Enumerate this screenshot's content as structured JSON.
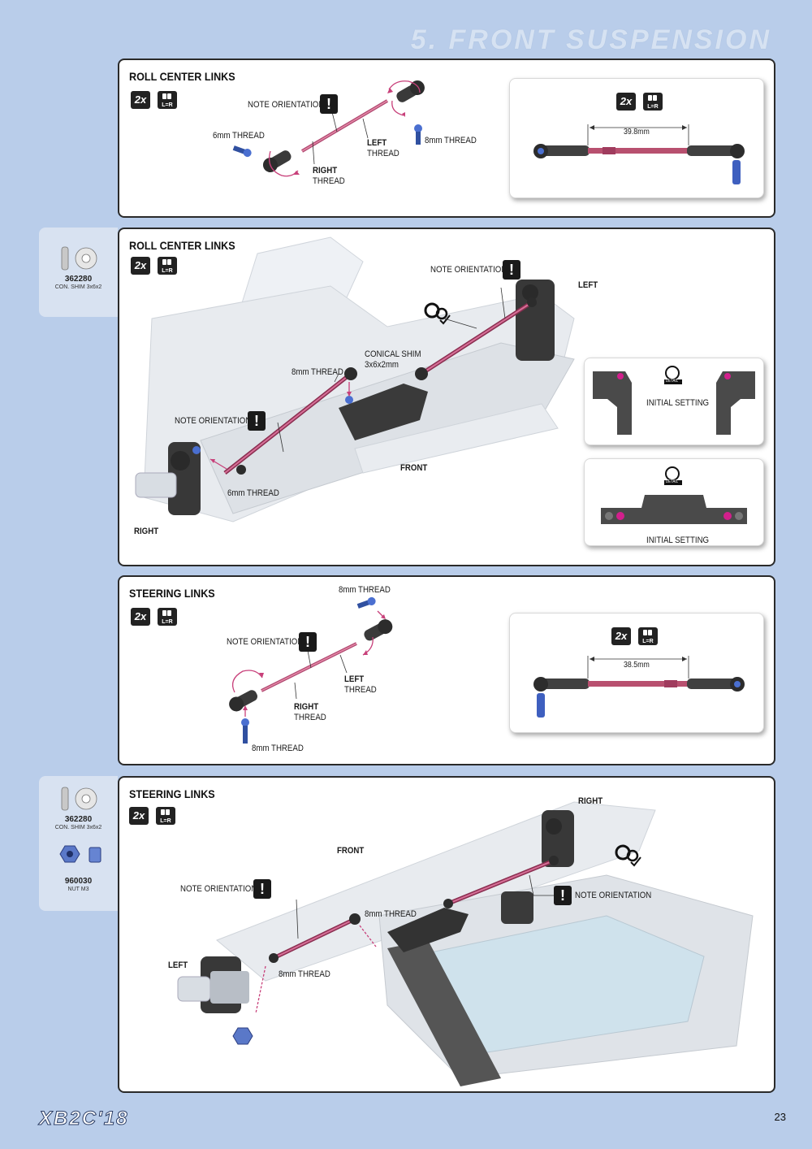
{
  "header": {
    "section_title": "5. FRONT SUSPENSION"
  },
  "sections": {
    "rc_links_1": {
      "title": "ROLL CENTER LINKS",
      "qty": "2x",
      "lr": "L=R",
      "note_orientation": "NOTE ORIENTATION",
      "thread_6mm": "6mm THREAD",
      "thread_8mm": "8mm THREAD",
      "right_thread_1": "RIGHT",
      "right_thread_2": "THREAD",
      "left_thread_1": "LEFT",
      "left_thread_2": "THREAD",
      "inset_qty": "2x",
      "inset_lr": "L=R",
      "dimension": "39.8mm"
    },
    "rc_links_2": {
      "title": "ROLL CENTER LINKS",
      "qty": "2x",
      "lr": "L=R",
      "note_orientation_top": "NOTE ORIENTATION",
      "note_orientation_left": "NOTE ORIENTATION",
      "left_label": "LEFT",
      "right_label": "RIGHT",
      "front_label": "FRONT",
      "conical_shim_1": "CONICAL SHIM",
      "conical_shim_2": "3x6x2mm",
      "thread_8mm": "8mm THREAD",
      "thread_6mm": "6mm THREAD",
      "detail": "DETAIL",
      "initial_setting_1": "INITIAL SETTING",
      "initial_setting_2": "INITIAL SETTING"
    },
    "steering_links_1": {
      "title": "STEERING LINKS",
      "qty": "2x",
      "lr": "L=R",
      "note_orientation": "NOTE ORIENTATION",
      "thread_8mm_top": "8mm THREAD",
      "thread_8mm_bottom": "8mm THREAD",
      "left_thread_1": "LEFT",
      "left_thread_2": "THREAD",
      "right_thread_1": "RIGHT",
      "right_thread_2": "THREAD",
      "inset_qty": "2x",
      "inset_lr": "L=R",
      "dimension": "38.5mm"
    },
    "steering_links_2": {
      "title": "STEERING LINKS",
      "qty": "2x",
      "lr": "L=R",
      "right_label": "RIGHT",
      "front_label": "FRONT",
      "left_label": "LEFT",
      "note_orientation_left": "NOTE ORIENTATION",
      "note_orientation_right": "NOTE ORIENTATION",
      "thread_8mm_1": "8mm THREAD",
      "thread_8mm_2": "8mm THREAD"
    }
  },
  "parts": {
    "tab1": [
      {
        "number": "362280",
        "name": "CON. SHIM 3x6x2"
      }
    ],
    "tab2": [
      {
        "number": "362280",
        "name": "CON. SHIM 3x6x2"
      },
      {
        "number": "960030",
        "name": "NUT M3"
      }
    ]
  },
  "footer": {
    "logo": "XB2C'18",
    "page_number": "23"
  },
  "colors": {
    "background": "#b9cdea",
    "accent": "#c8407a",
    "panel_border": "#2a2a2a"
  }
}
